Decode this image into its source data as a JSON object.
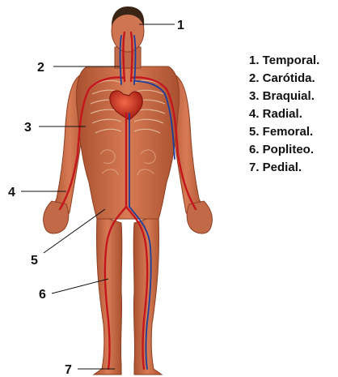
{
  "callouts": [
    {
      "number": "1"
    },
    {
      "number": "2"
    },
    {
      "number": "3"
    },
    {
      "number": "4"
    },
    {
      "number": "5"
    },
    {
      "number": "6"
    },
    {
      "number": "7"
    }
  ],
  "legend": [
    {
      "label": "1. Temporal."
    },
    {
      "label": "2. Carótida."
    },
    {
      "label": "3. Braquial."
    },
    {
      "label": "4. Radial."
    },
    {
      "label": "5. Femoral."
    },
    {
      "label": "6. Popliteo."
    },
    {
      "label": "7. Pedial."
    }
  ],
  "colors": {
    "skin": "#c96a47",
    "skin_dark": "#9c4428",
    "hair": "#3a2416",
    "artery": "#c4161c",
    "vein": "#1d3f9e",
    "bone": "#e8c4a8",
    "leader": "#111111"
  }
}
